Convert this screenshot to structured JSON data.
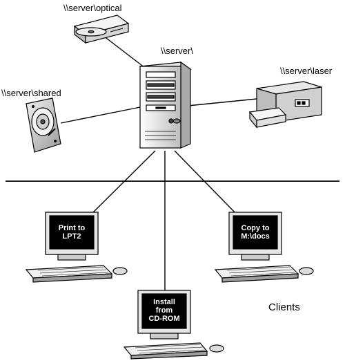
{
  "server": {
    "label": "\\\\server\\"
  },
  "devices": {
    "optical": {
      "label": "\\\\server\\optical"
    },
    "shared": {
      "label": "\\\\server\\shared"
    },
    "laser": {
      "label": "\\\\server\\laser"
    }
  },
  "clients": {
    "heading": "Clients",
    "left": {
      "line1": "Print to",
      "line2": "LPT2"
    },
    "right": {
      "line1": "Copy to",
      "line2": "M:\\docs"
    },
    "bottom": {
      "line1": "Install",
      "line2": "from",
      "line3": "CD-ROM"
    }
  },
  "colors": {
    "ink": "#000000",
    "screen": "#000000",
    "screen_text": "#ffffff",
    "body_fill": "#ffffff",
    "shade": "#d9d9d9"
  }
}
